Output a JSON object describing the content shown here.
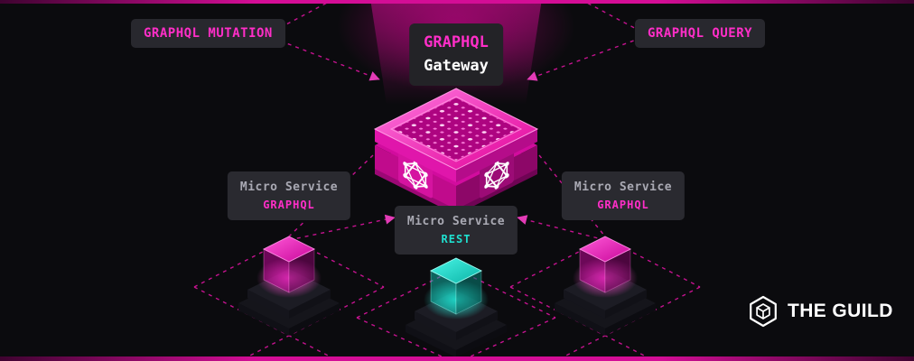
{
  "colors": {
    "background": "#0b0b0e",
    "accent_pink": "#ff2ec8",
    "line_pink": "#cf1396",
    "teal": "#1fe0cf",
    "panel_gray": "#28282e",
    "muted_gray": "#a9a9b3",
    "white": "#ffffff"
  },
  "gateway": {
    "line1": "GRAPHQL",
    "line2": "Gateway"
  },
  "edges": {
    "mutation_label": "GRAPHQL MUTATION",
    "query_label": "GRAPHQL QUERY"
  },
  "services": [
    {
      "title": "Micro Service",
      "subtitle": "GRAPHQL"
    },
    {
      "title": "Micro Service",
      "subtitle": "REST"
    },
    {
      "title": "Micro Service",
      "subtitle": "GRAPHQL"
    }
  ],
  "brand": {
    "name": "THE GUILD"
  },
  "icons": {
    "graphql_logo": "hexagram-with-node-dots",
    "guild_mark": "hexagon-with-isometric-cube",
    "arrowheads": "small-filled-triangles-on-dashed-lines"
  }
}
